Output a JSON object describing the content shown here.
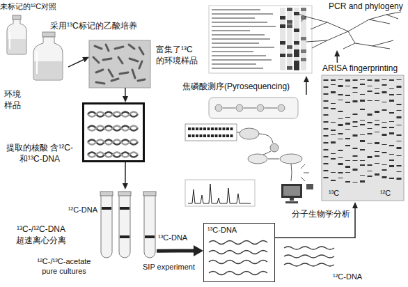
{
  "diagram": {
    "nodes": [
      {
        "text": [
          "未标记的¹²C对照",
          "采用¹³C标记的乙酸培养",
          "环境 样品"
        ]
      },
      {
        "text": [
          "富集了¹³C 的环境样品"
        ]
      },
      {
        "text": [
          "提取的核酸 含¹²C-和¹³C-DNA"
        ]
      },
      {
        "text": [
          "¹²C-DNA",
          "¹³C-/¹²C-DNA 超速离心分离",
          "¹³C-DNA",
          "¹²C-/¹³C-acetate pure cultures",
          "SIP experiment"
        ]
      },
      {
        "text": [
          "¹³C-DNA"
        ]
      },
      {
        "text": [
          "ARISA fingerprinting",
          "¹³C",
          "¹²C"
        ]
      },
      {
        "text": [
          "焦磷酸测序(Pyrosequencing)"
        ]
      },
      {
        "text": [
          "PCR and phylogeny"
        ]
      }
    ],
    "edges": [
      {
        "from": 0,
        "to": 1,
        "arrow": "to"
      },
      {
        "from": 1,
        "to": 2,
        "arrow": "to"
      },
      {
        "from": 2,
        "to": 3,
        "arrow": "to"
      },
      {
        "from": 3,
        "to": 4,
        "arrow": "to"
      },
      {
        "from": 4,
        "to": 5,
        "label": "分子生物学分析",
        "arrow": "to"
      },
      {
        "from": 5,
        "to": 7,
        "arrow": "to"
      }
    ],
    "labels": [
      "¹²C-DNA"
    ]
  }
}
